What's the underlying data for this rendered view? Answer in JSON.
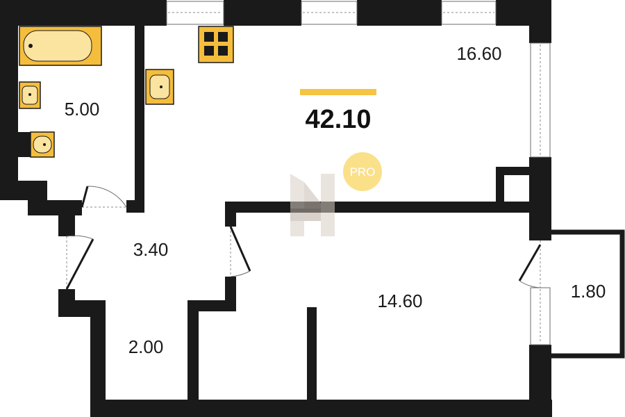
{
  "plan": {
    "total_area": "42.10",
    "rooms": [
      {
        "id": "bathroom",
        "area": "5.00"
      },
      {
        "id": "kitchen-living",
        "area": "16.60"
      },
      {
        "id": "hallway",
        "area": "3.40"
      },
      {
        "id": "storage",
        "area": "2.00"
      },
      {
        "id": "bedroom",
        "area": "14.60"
      },
      {
        "id": "balcony",
        "area": "1.80"
      }
    ]
  },
  "watermark": {
    "badge_text": "PRO"
  },
  "colors": {
    "accent": "#f6c443",
    "fixture_fill": "#f5bd3c",
    "wall": "#1a1a1a",
    "badge": "#fbe08a"
  }
}
